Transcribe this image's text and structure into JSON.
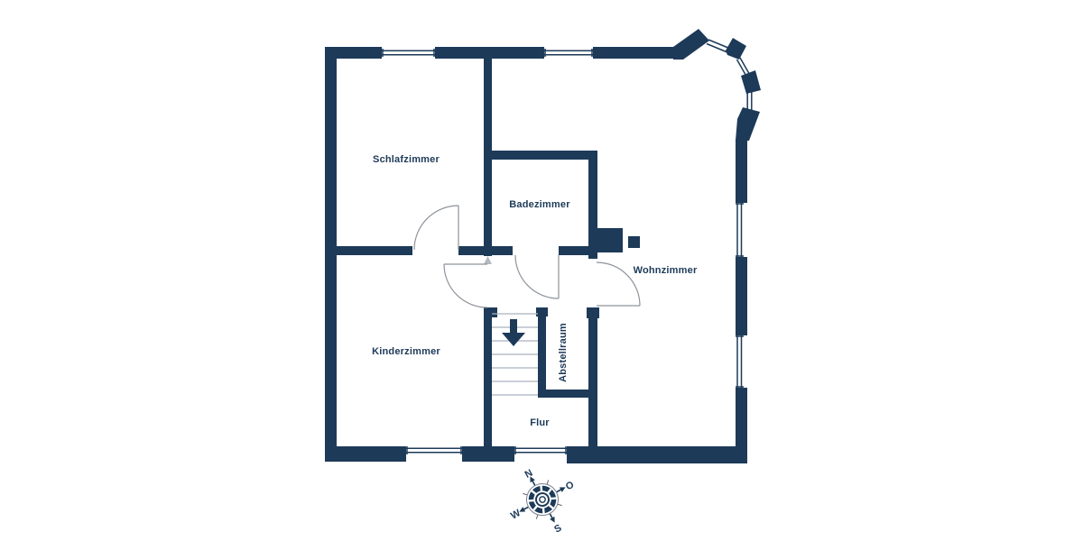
{
  "floor_plan": {
    "rooms": {
      "schlafzimmer": {
        "label": "Schlafzimmer"
      },
      "badezimmer": {
        "label": "Badezimmer"
      },
      "wohnzimmer": {
        "label": "Wohnzimmer"
      },
      "kinderzimmer": {
        "label": "Kinderzimmer"
      },
      "abstellraum": {
        "label": "Abstellraum"
      },
      "flur": {
        "label": "Flur"
      }
    },
    "stairs": {
      "direction": "down"
    },
    "compass": {
      "n": "N",
      "e": "O",
      "s": "S",
      "w": "W"
    },
    "colors": {
      "wall": "#1d3a58",
      "label_text": "#1d3a58",
      "door_arc": "#8d939b",
      "stair_tread": "#a9b2bd",
      "hinge_marker": "#b3b9c1",
      "background": "#ffffff"
    }
  }
}
